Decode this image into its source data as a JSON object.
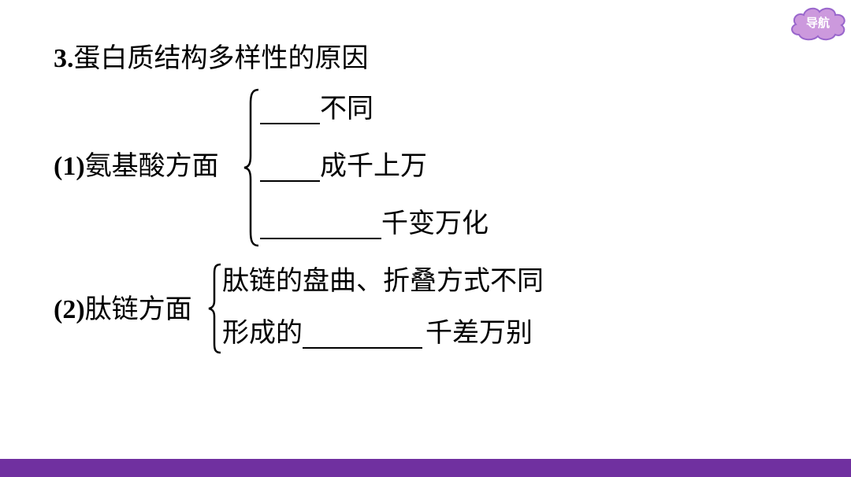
{
  "nav_button": {
    "label": "导航"
  },
  "heading": {
    "number": "3.",
    "text": "蛋白质结构多样性的原因"
  },
  "section1": {
    "label_num": "(1)",
    "label_text": "氨基酸方面",
    "items": [
      "不同",
      "成千上万",
      "千变万化"
    ]
  },
  "section2": {
    "label_num": "(2)",
    "label_text": "肽链方面",
    "item1": "肽链的盘曲、折叠方式不同",
    "item2_prefix": "形成的",
    "item2_suffix": "千差万别"
  },
  "colors": {
    "accent": "#7030a0",
    "nav_fill": "#cc99dd",
    "nav_stroke": "#9966cc"
  }
}
